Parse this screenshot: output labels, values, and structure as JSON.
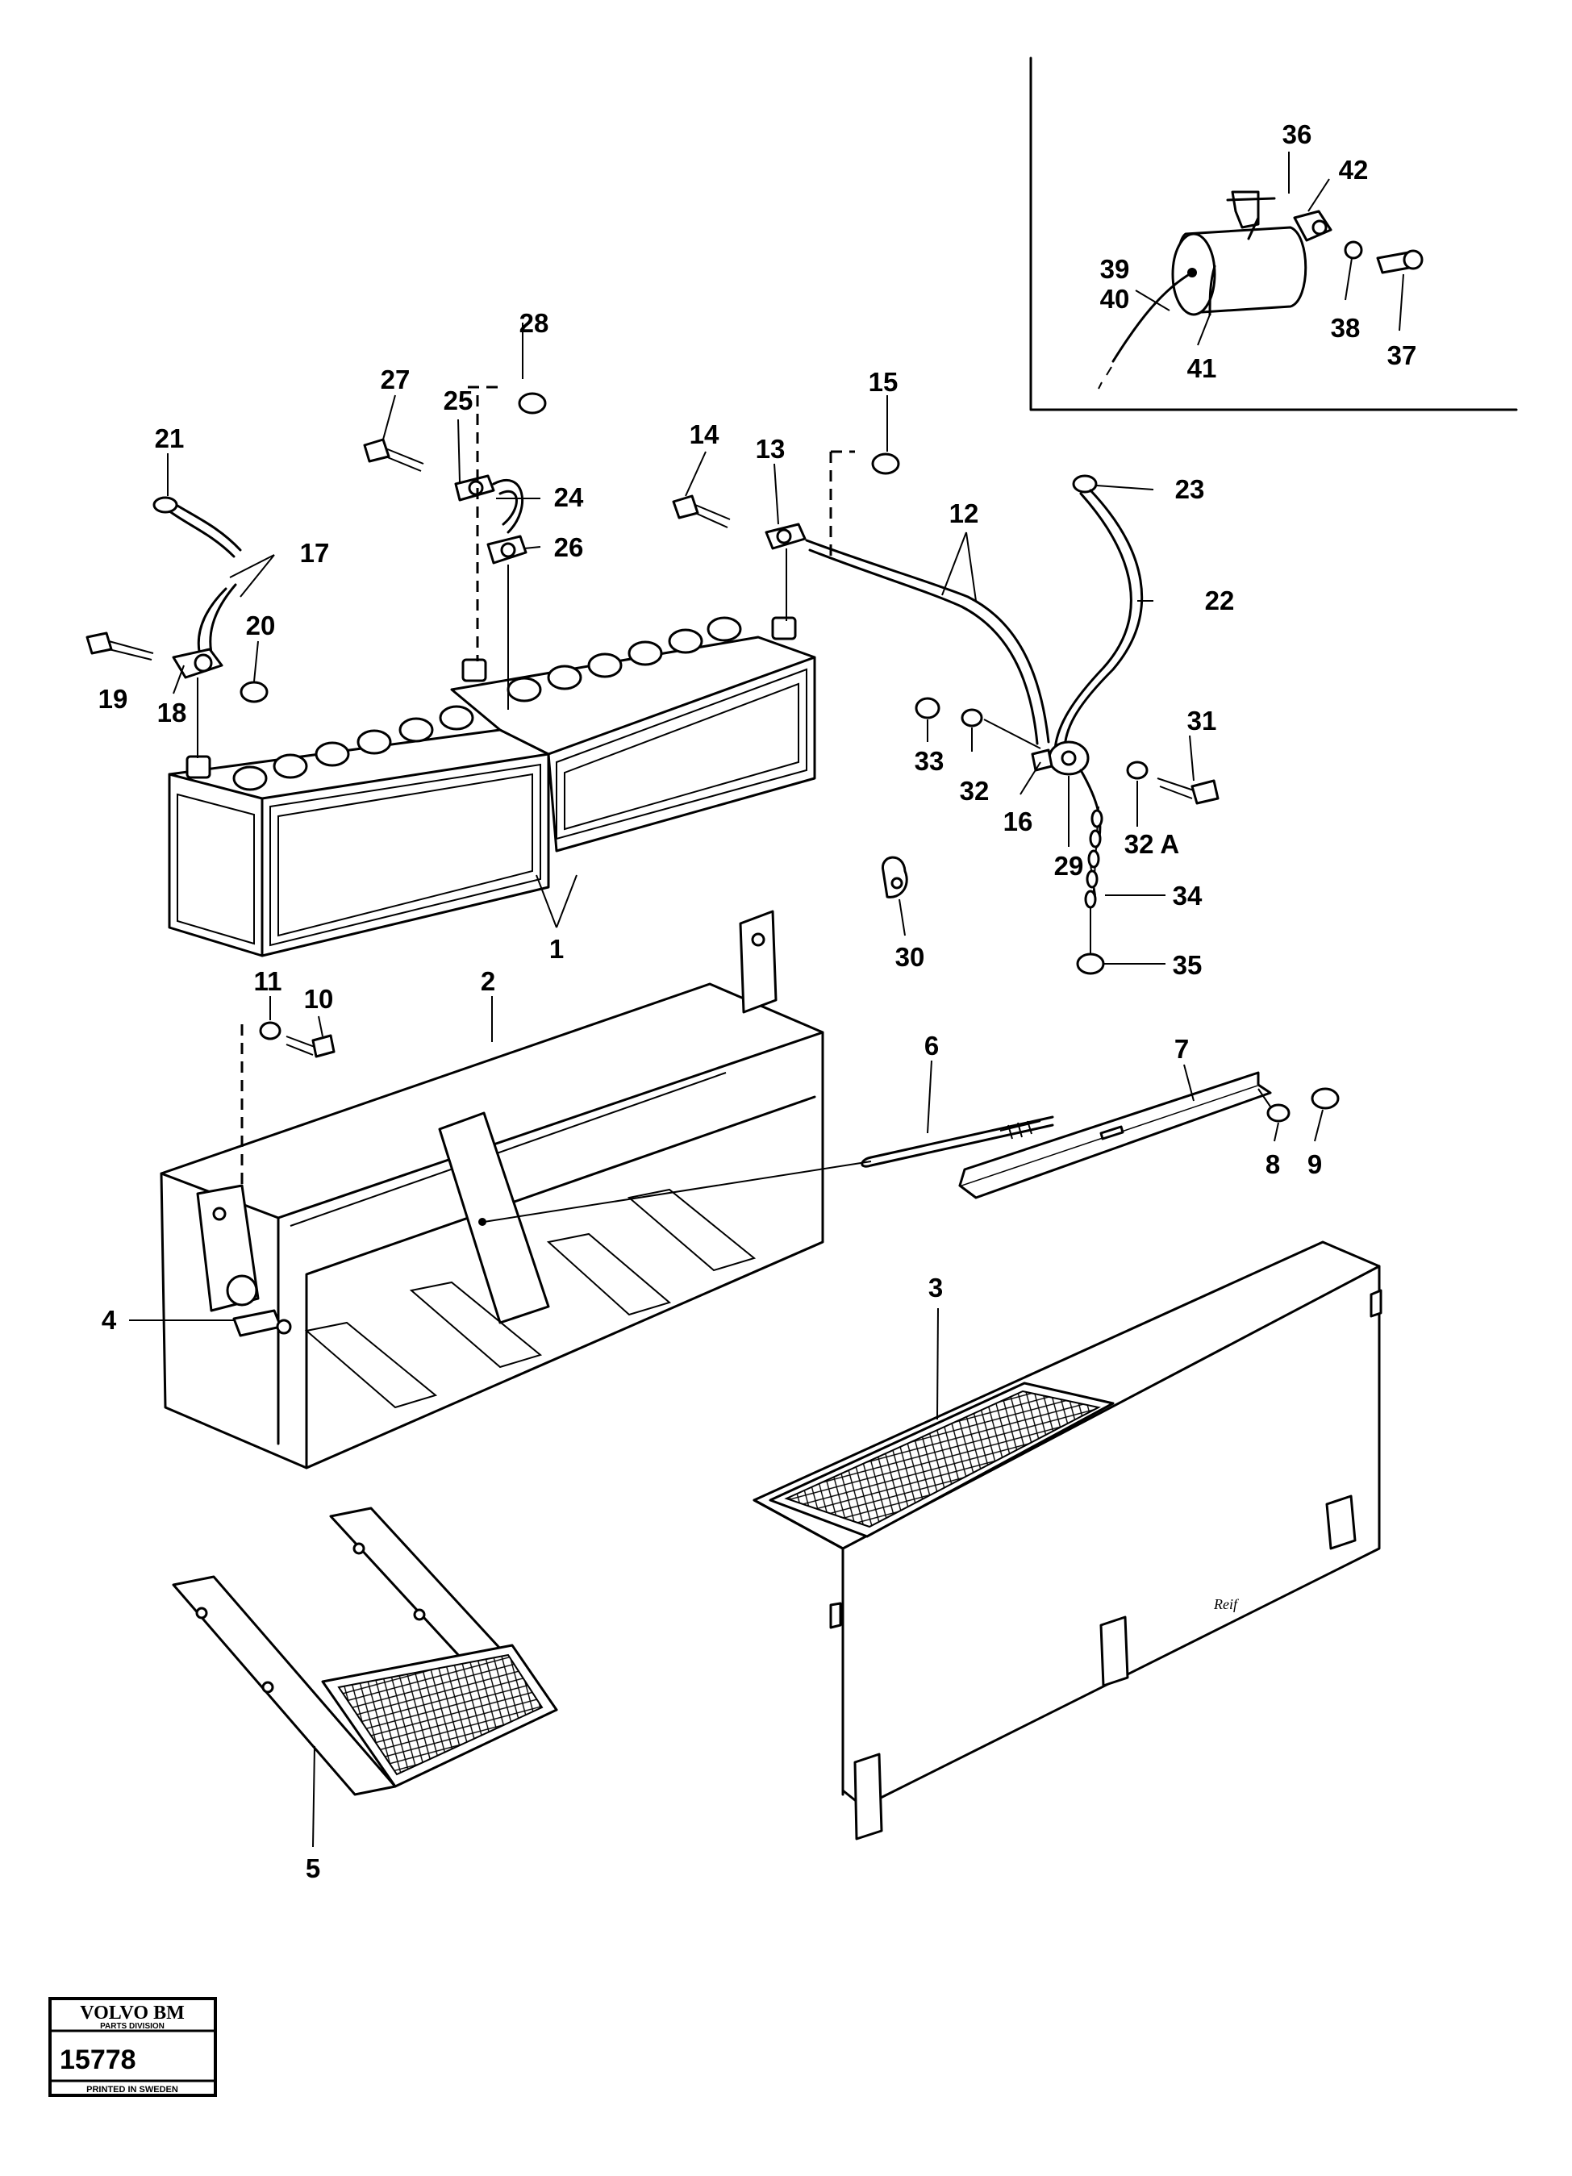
{
  "stamp": {
    "brand": "VOLVO BM",
    "division": "PARTS DIVISION",
    "number": "15778",
    "printed": "PRINTED IN SWEDEN"
  },
  "callouts": [
    "1",
    "2",
    "3",
    "4",
    "5",
    "6",
    "7",
    "8",
    "9",
    "10",
    "11",
    "12",
    "13",
    "14",
    "15",
    "16",
    "17",
    "18",
    "19",
    "20",
    "21",
    "22",
    "23",
    "24",
    "25",
    "26",
    "27",
    "28",
    "29",
    "30",
    "31",
    "32",
    "32 A",
    "33",
    "34",
    "35",
    "36",
    "37",
    "38",
    "39",
    "40",
    "41",
    "42"
  ],
  "inset": {
    "label_39": "39",
    "label_40": "40"
  },
  "mark": "Reif"
}
